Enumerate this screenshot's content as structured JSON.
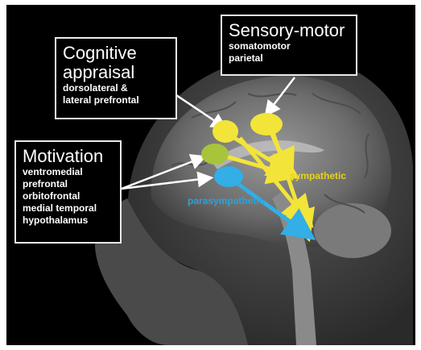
{
  "boxes": {
    "sensory_motor": {
      "title": "Sensory-motor",
      "lines": [
        "somatomotor",
        "parietal"
      ]
    },
    "cognitive": {
      "title_lines": [
        "Cognitive",
        "appraisal"
      ],
      "lines": [
        "dorsolateral &",
        "lateral prefrontal"
      ]
    },
    "motivation": {
      "title": "Motivation",
      "lines": [
        "ventromedial",
        "prefrontal",
        "orbitofrontal",
        "medial temporal",
        "hypothalamus"
      ]
    }
  },
  "pathways": {
    "sympathetic": "sympathetic",
    "parasympathetic": "parasympathetic"
  },
  "colors": {
    "sympathetic": "#f3e43a",
    "parasympathetic": "#33aee6",
    "motivation_region": "#a8c43a",
    "label_border": "#e9e9e9"
  }
}
